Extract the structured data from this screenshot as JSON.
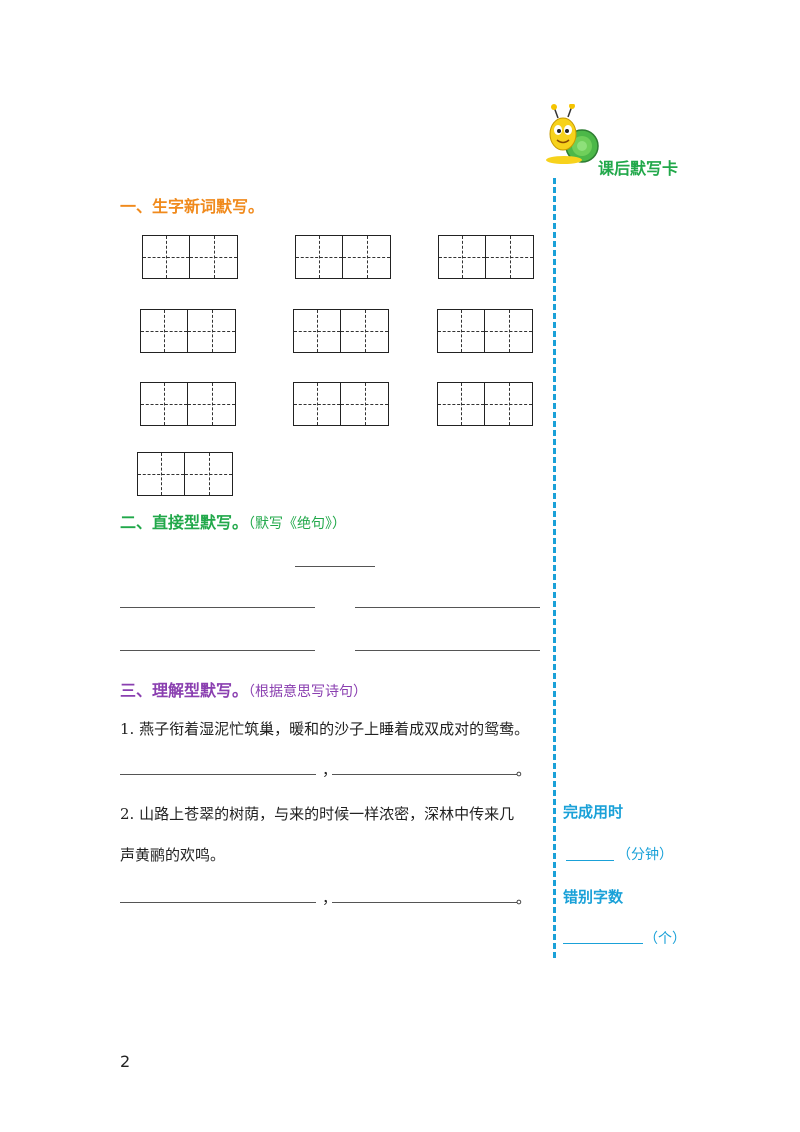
{
  "header": {
    "mascot_icon": "snail-icon",
    "card_title": "课后默写卡"
  },
  "section1": {
    "title": "一、生字新词默写。",
    "color": "#f08a1c",
    "grid_count": 10
  },
  "section2": {
    "title": "二、直接型默写。",
    "note": "（默写《绝句》）",
    "color": "#21a84a"
  },
  "section3": {
    "title": "三、理解型默写。",
    "note": "（根据意思写诗句）",
    "color": "#8a3fb0",
    "q1": "1. 燕子衔着湿泥忙筑巢，暖和的沙子上睡着成双成对的鸳鸯。",
    "q1_comma": "，",
    "q1_end": "。",
    "q2_line1": "2. 山路上苍翠的树荫，与来的时候一样浓密，深林中传来几",
    "q2_line2": "声黄鹂的欢鸣。",
    "q2_comma": "，",
    "q2_end": "。"
  },
  "sidebar": {
    "accent_color": "#1aa1d8",
    "time_label": "完成用时",
    "time_unit": "（分钟）",
    "errors_label": "错别字数",
    "errors_unit": "（个）"
  },
  "page_number": "2"
}
